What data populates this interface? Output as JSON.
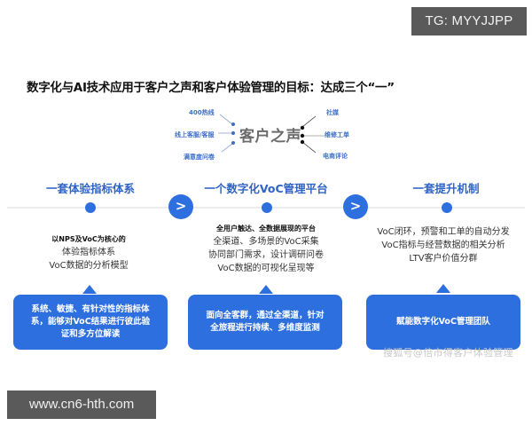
{
  "watermarks": {
    "tg": "TG: MYYJJPP",
    "url": "www.cn6-hth.com",
    "sohu": "搜狐号@倍市得客户体验管理"
  },
  "title": "数字化与AI技术应用于客户之声和客户体验管理的目标：达成三个“一”",
  "voc_cluster": {
    "center": "客户之声",
    "left_channels": [
      "400热线",
      "线上客服/客服",
      "满意度问卷"
    ],
    "right_channels": [
      "社媒",
      "维修工单",
      "电商评论"
    ]
  },
  "stages": [
    {
      "title": "一套体验指标体系",
      "desc_bold": "以NPS及VoC为核心的",
      "desc_lines": [
        "体验指标体系",
        "VoC数据的分析模型"
      ],
      "card_lines": [
        "系统、敏捷、有针对性的指标体",
        "系，能够对VoC结果进行彼此验",
        "证和多方位解读"
      ]
    },
    {
      "title": "一个数字化VoC管理平台",
      "desc_bold": "全用户触达、全数据展现的平台",
      "desc_lines": [
        "全渠道、多场景的VoC采集",
        "协同部门需求，设计调研问卷",
        "VoC数据的可视化呈现等"
      ],
      "card_lines": [
        "面向全客群，通过全渠道，针对",
        "全旅程进行持续、多维度监测"
      ]
    },
    {
      "title": "一套提升机制",
      "desc_bold": "",
      "desc_lines": [
        "VoC闭环，预警和工单的自动分发",
        "VoC指标与经营数据的相关分析",
        "LTV客户价值分群"
      ],
      "card_lines": [
        "赋能数字化VoC管理团队"
      ]
    }
  ],
  "arrows": [
    ">",
    ">"
  ],
  "colors": {
    "accent": "#2e6fe0",
    "stage_title": "#2f64c4",
    "channel_label": "#3a6fc8",
    "center_text": "#6b6b6b",
    "badge_bg": "#5a5a5a"
  }
}
